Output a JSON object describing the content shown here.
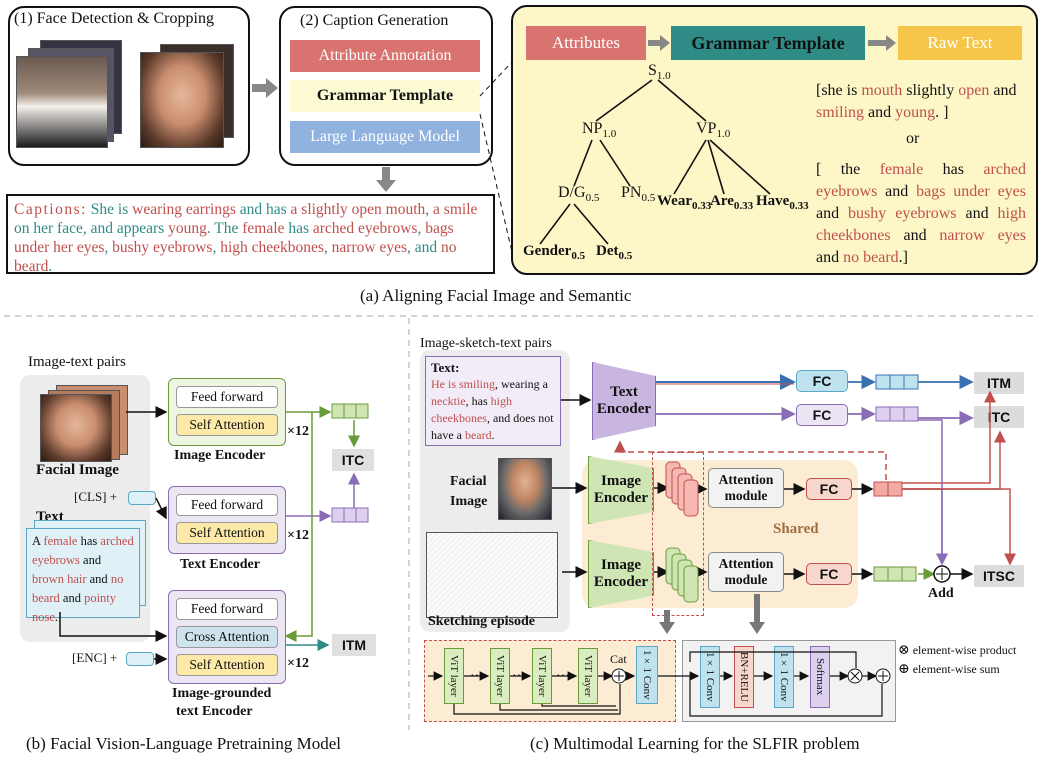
{
  "a": {
    "step1": "(1) Face Detection & Cropping",
    "step2": "(2) Caption Generation",
    "attr_annot": "Attribute Annotation",
    "grammar": "Grammar Template",
    "llm": "Large Language Model",
    "flow_attr": "Attributes",
    "flow_grammar": "Grammar Template",
    "flow_raw": "Raw Text",
    "captions_label": "Captions:",
    "caption_parts": [
      {
        "t": "She is ",
        "c": "teal"
      },
      {
        "t": "wearing earrings",
        "c": "red"
      },
      {
        "t": " and has ",
        "c": "teal"
      },
      {
        "t": "a slightly open mouth",
        "c": "red"
      },
      {
        "t": ", ",
        "c": "teal"
      },
      {
        "t": "a smile",
        "c": "red"
      },
      {
        "t": " on her face, and appears ",
        "c": "teal"
      },
      {
        "t": "young",
        "c": "red"
      },
      {
        "t": ". The ",
        "c": "teal"
      },
      {
        "t": "female",
        "c": "red"
      },
      {
        "t": " has ",
        "c": "teal"
      },
      {
        "t": "arched eyebrows",
        "c": "red"
      },
      {
        "t": ", ",
        "c": "teal"
      },
      {
        "t": "bags under her eyes",
        "c": "red"
      },
      {
        "t": ", ",
        "c": "teal"
      },
      {
        "t": "bushy eyebrows",
        "c": "red"
      },
      {
        "t": ", ",
        "c": "teal"
      },
      {
        "t": "high cheekbones",
        "c": "red"
      },
      {
        "t": ", ",
        "c": "teal"
      },
      {
        "t": "narrow eyes",
        "c": "red"
      },
      {
        "t": ", and ",
        "c": "teal"
      },
      {
        "t": "no beard",
        "c": "red"
      },
      {
        "t": ".",
        "c": "teal"
      }
    ],
    "tree": {
      "S": "S",
      "S_sub": "1.0",
      "NP": "NP",
      "NP_sub": "1.0",
      "VP": "VP",
      "VP_sub": "1.0",
      "DG": "D/G",
      "DG_sub": "0.5",
      "PN": "PN",
      "PN_sub": "0.5",
      "Wear": "Wear",
      "Wear_sub": "0.33",
      "Are": "Are",
      "Are_sub": "0.33",
      "Have": "Have",
      "Have_sub": "0.33",
      "Gender": "Gender",
      "Gender_sub": "0.5",
      "Det": "Det",
      "Det_sub": "0.5"
    },
    "ex1": [
      {
        "t": "[she is ",
        "c": ""
      },
      {
        "t": "mouth",
        "c": "red"
      },
      {
        "t": " slightly ",
        "c": ""
      },
      {
        "t": "open",
        "c": "red"
      },
      {
        "t": " and ",
        "c": ""
      },
      {
        "t": "smiling",
        "c": "red"
      },
      {
        "t": " and ",
        "c": ""
      },
      {
        "t": "young",
        "c": "red"
      },
      {
        "t": ".  ]",
        "c": ""
      }
    ],
    "or": "or",
    "ex2": [
      {
        "t": "[ the ",
        "c": ""
      },
      {
        "t": "female",
        "c": "red"
      },
      {
        "t": " has ",
        "c": ""
      },
      {
        "t": "arched eyebrows",
        "c": "red"
      },
      {
        "t": " and ",
        "c": ""
      },
      {
        "t": "bags under eyes",
        "c": "red"
      },
      {
        "t": " and ",
        "c": ""
      },
      {
        "t": "bushy eyebrows",
        "c": "red"
      },
      {
        "t": " and ",
        "c": ""
      },
      {
        "t": "high cheekbones",
        "c": "red"
      },
      {
        "t": " and ",
        "c": ""
      },
      {
        "t": "narrow eyes",
        "c": "red"
      },
      {
        "t": " and ",
        "c": ""
      },
      {
        "t": "no beard",
        "c": "red"
      },
      {
        "t": ".]",
        "c": ""
      }
    ],
    "caption": "(a) Aligning Facial Image and Semantic"
  },
  "b": {
    "pairs": "Image-text pairs",
    "facial_image": "Facial Image",
    "feed_forward": "Feed forward",
    "self_attention": "Self Attention",
    "cross_attention": "Cross Attention",
    "x12": "×12",
    "image_encoder": "Image Encoder",
    "text_encoder": "Text Encoder",
    "grounded1": "Image-grounded",
    "grounded2": "text Encoder",
    "cls": "[CLS] +",
    "enc": "[ENC] +",
    "text": "Text",
    "itc": "ITC",
    "itm": "ITM",
    "text_parts": [
      {
        "t": "A ",
        "c": ""
      },
      {
        "t": "female",
        "c": "red"
      },
      {
        "t": " has ",
        "c": ""
      },
      {
        "t": "arched eyebrows",
        "c": "red"
      },
      {
        "t": " and ",
        "c": ""
      },
      {
        "t": "brown hair",
        "c": "red"
      },
      {
        "t": " and ",
        "c": ""
      },
      {
        "t": "no beard",
        "c": "red"
      },
      {
        "t": " and ",
        "c": ""
      },
      {
        "t": "pointy nose",
        "c": "red"
      },
      {
        "t": ".",
        "c": ""
      }
    ],
    "caption": "(b) Facial Vision-Language Pretraining Model"
  },
  "c": {
    "pairs": "Image-sketch-text pairs",
    "text_label": "Text:",
    "text_parts": [
      {
        "t": "He is ",
        "c": "red"
      },
      {
        "t": "smiling",
        "c": "red"
      },
      {
        "t": ", wearing a ",
        "c": ""
      },
      {
        "t": "necktie",
        "c": "red"
      },
      {
        "t": ", has ",
        "c": ""
      },
      {
        "t": "high cheekbones",
        "c": "red"
      },
      {
        "t": ", and does not have a ",
        "c": ""
      },
      {
        "t": "beard",
        "c": "red"
      },
      {
        "t": ".",
        "c": ""
      }
    ],
    "text_encoder": "Text Encoder",
    "fc": "FC",
    "itm": "ITM",
    "itc": "ITC",
    "itsc": "ITSC",
    "facial": "Facial",
    "image": "Image",
    "image_encoder": "Image Encoder",
    "attention_module": "Attention module",
    "shared": "Shared",
    "add": "Add",
    "sketching_episode": "Sketching episode",
    "vit": "ViT layer",
    "cat": "Cat",
    "conv": "1×1 Conv",
    "bn": "BN+RELU",
    "softmax": "Softmax",
    "legend_prod": "element-wise product",
    "legend_sum": "element-wise sum",
    "caption": "(c) Multimodal Learning for the SLFIR problem"
  },
  "colors": {
    "red": "#c0504d",
    "teal": "#2e8b86",
    "blue_arrow": "#3a6fb0",
    "purple": "#8a6cb5",
    "green": "#6a9b3a",
    "orange": "#e06a3a"
  }
}
